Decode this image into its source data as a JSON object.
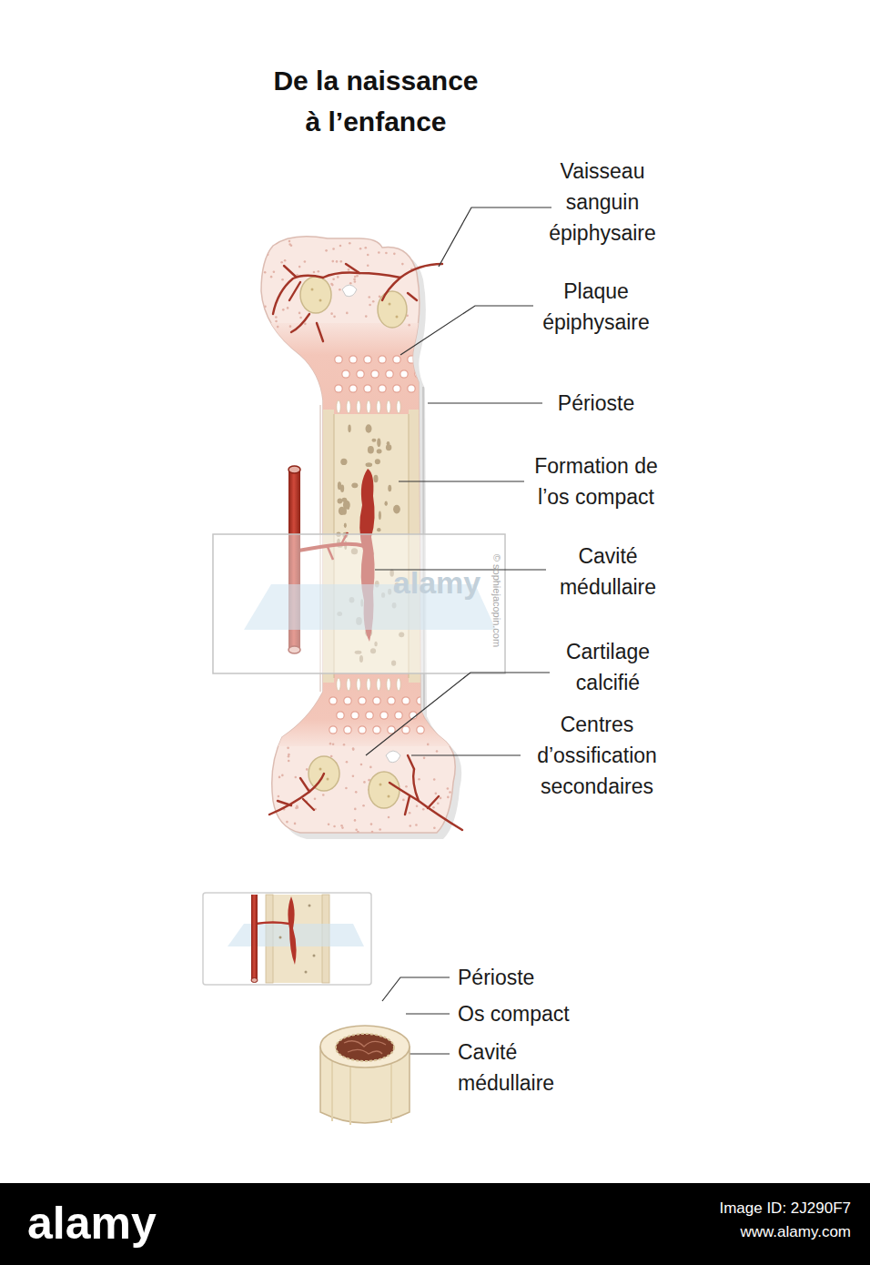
{
  "diagram": {
    "title": "De la naissance à l’enfance",
    "labels": [
      "Vaisseau sanguin épiphysaire",
      "Plaque épiphysaire",
      "Périoste",
      "Formation de l’os compact",
      "Cavité médullaire",
      "Cartilage calcifié",
      "Centres d’ossification secondaires",
      "Périoste",
      "Os compact",
      "Cavité médullaire",
      "© sophiejacopin.com",
      "alamy",
      "alamy",
      "Image ID: 2J290F7",
      "www.alamy.com"
    ]
  }
}
